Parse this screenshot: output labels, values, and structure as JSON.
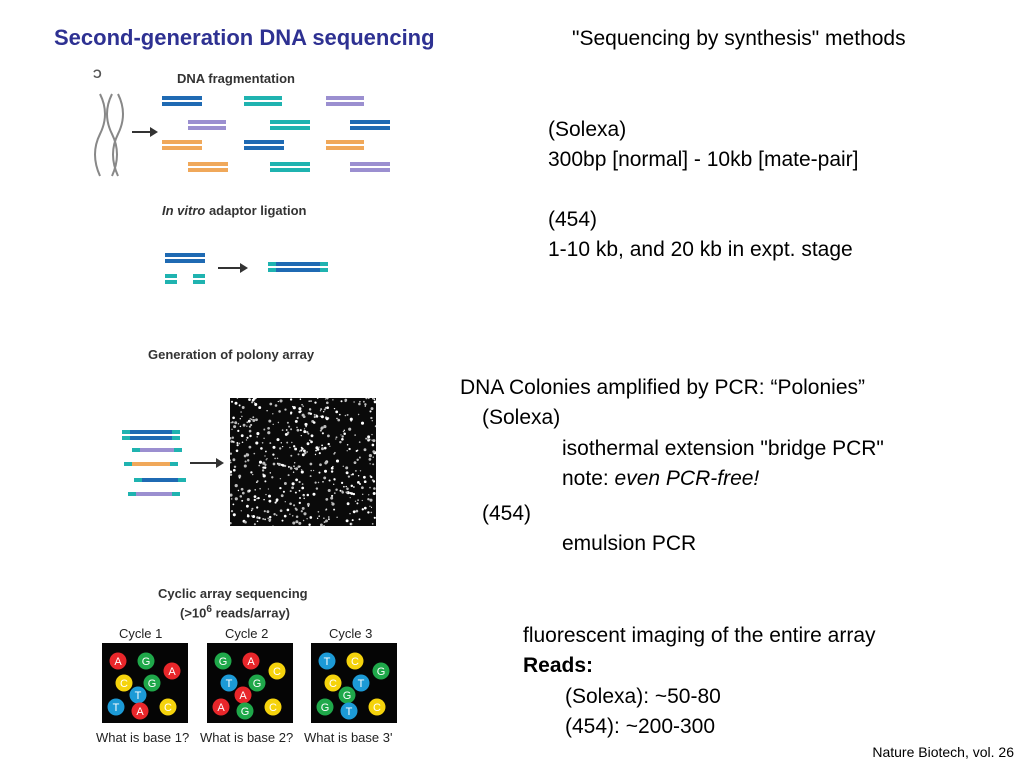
{
  "slide": {
    "title": "Second-generation DNA sequencing",
    "subtitle": "\"Sequencing by synthesis\" methods",
    "citation": "Nature Biotech, vol. 26"
  },
  "figure": {
    "fragmentation_label": "DNA fragmentation",
    "ligation_label_italic": "In vitro",
    "ligation_label_rest": " adaptor ligation",
    "polony_label": "Generation of polony array",
    "cyclic_label": "Cyclic array sequencing",
    "cyclic_sub_prefix": "(>10",
    "cyclic_sub_exp": "6",
    "cyclic_sub_suffix": " reads/array)",
    "cycles": [
      {
        "label": "Cycle 1",
        "question": "What is base 1?",
        "spots": [
          {
            "b": "A",
            "c": "#e8262a"
          },
          {
            "b": "G",
            "c": "#1fa84a"
          },
          {
            "b": "A",
            "c": "#e8262a"
          },
          {
            "b": "C",
            "c": "#f5d30c"
          },
          {
            "b": "G",
            "c": "#1fa84a"
          },
          {
            "b": "T",
            "c": "#1c9ad6"
          },
          {
            "b": "T",
            "c": "#1c9ad6"
          },
          {
            "b": "A",
            "c": "#e8262a"
          },
          {
            "b": "C",
            "c": "#f5d30c"
          }
        ]
      },
      {
        "label": "Cycle 2",
        "question": "What is base 2?",
        "spots": [
          {
            "b": "G",
            "c": "#1fa84a"
          },
          {
            "b": "A",
            "c": "#e8262a"
          },
          {
            "b": "C",
            "c": "#f5d30c"
          },
          {
            "b": "T",
            "c": "#1c9ad6"
          },
          {
            "b": "G",
            "c": "#1fa84a"
          },
          {
            "b": "A",
            "c": "#e8262a"
          },
          {
            "b": "A",
            "c": "#e8262a"
          },
          {
            "b": "G",
            "c": "#1fa84a"
          },
          {
            "b": "C",
            "c": "#f5d30c"
          }
        ]
      },
      {
        "label": "Cycle 3",
        "question": "What is base 3'",
        "spots": [
          {
            "b": "T",
            "c": "#1c9ad6"
          },
          {
            "b": "C",
            "c": "#f5d30c"
          },
          {
            "b": "G",
            "c": "#1fa84a"
          },
          {
            "b": "C",
            "c": "#f5d30c"
          },
          {
            "b": "T",
            "c": "#1c9ad6"
          },
          {
            "b": "G",
            "c": "#1fa84a"
          },
          {
            "b": "G",
            "c": "#1fa84a"
          },
          {
            "b": "T",
            "c": "#1c9ad6"
          },
          {
            "b": "C",
            "c": "#f5d30c"
          }
        ]
      }
    ],
    "colors": {
      "blue": "#1f6ab3",
      "teal": "#1fb3b0",
      "purple": "#9b8fd0",
      "orange": "#f0a85a",
      "arrow": "#333333"
    }
  },
  "block1": {
    "line1": "(Solexa)",
    "line2": "300bp [normal] - 10kb [mate-pair]",
    "line3": "(454)",
    "line4": "1-10 kb, and 20 kb in expt. stage"
  },
  "block2": {
    "line1": "DNA Colonies amplified by PCR: “Polonies”",
    "line2": "(Solexa)",
    "line3": "isothermal extension \"bridge PCR\"",
    "line4_prefix": "note: ",
    "line4_italic": "even PCR-free!",
    "line5": "(454)",
    "line6": "emulsion PCR"
  },
  "block3": {
    "line1": "fluorescent imaging of the entire array",
    "line2": "Reads:",
    "line3": "(Solexa): ~50-80",
    "line4": "(454):  ~200-300"
  }
}
